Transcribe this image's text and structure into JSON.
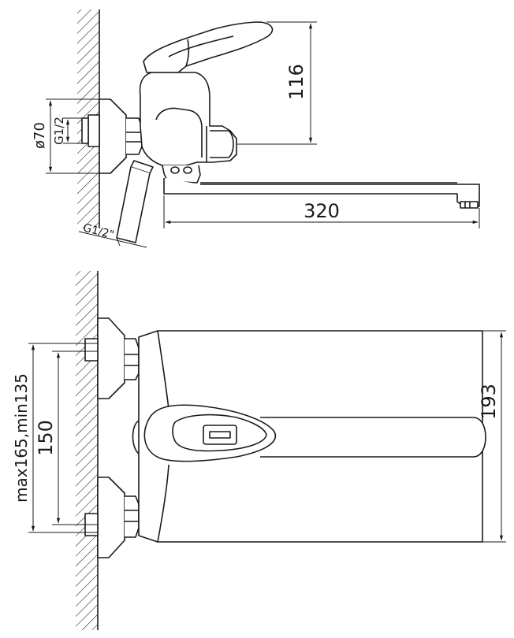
{
  "side_view": {
    "dim_height": "116",
    "dim_length": "320",
    "dim_flange_diameter": "ø70",
    "dim_inlet_thread": "G1/2",
    "dim_hose_thread": "G1/2\""
  },
  "front_view": {
    "dim_body_height": "193",
    "dim_centers": "150",
    "dim_center_range": "max165,min135"
  },
  "colors": {
    "line": "#1a1a1a",
    "background": "#ffffff"
  }
}
